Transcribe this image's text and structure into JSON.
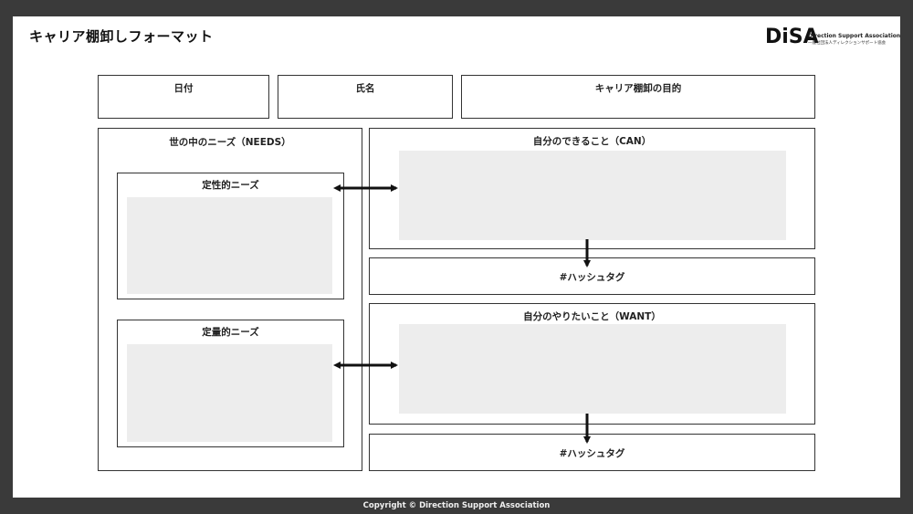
{
  "header": {
    "title": "キャリア棚卸しフォーマット",
    "logo": {
      "mark": "DiSA",
      "name_en": "Direction Support Association",
      "name_jp": "一般社団法人ディレクションサポート協会"
    }
  },
  "top_fields": {
    "date_label": "日付",
    "name_label": "氏名",
    "purpose_label": "キャリア棚卸の目的"
  },
  "needs": {
    "title": "世の中のニーズ（NEEDS）",
    "qualitative_label": "定性的ニーズ",
    "quantitative_label": "定量的ニーズ"
  },
  "can": {
    "title": "自分のできること（CAN）",
    "hashtag_label": "#ハッシュタグ"
  },
  "want": {
    "title": "自分のやりたいこと（WANT）",
    "hashtag_label": "#ハッシュタグ"
  },
  "footer": {
    "copyright": "Copyright © Direction Support Association"
  }
}
